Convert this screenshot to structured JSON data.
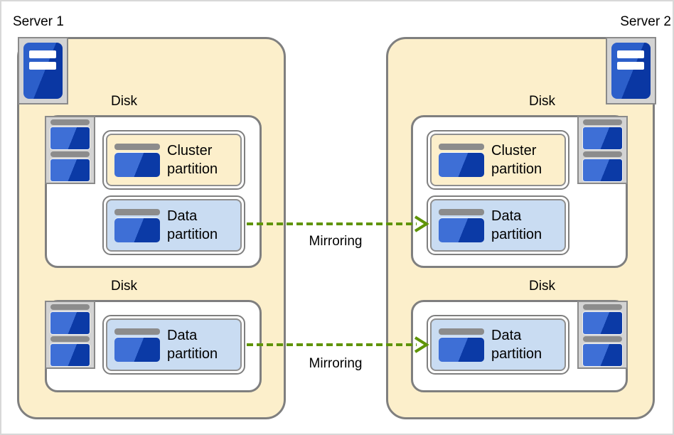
{
  "diagram": {
    "server1": {
      "label": "Server 1",
      "disk1": {
        "label": "Disk",
        "partitions": {
          "cluster": "Cluster partition",
          "data": "Data partition"
        }
      },
      "disk2": {
        "label": "Disk",
        "partitions": {
          "data": "Data partition"
        }
      }
    },
    "server2": {
      "label": "Server 2",
      "disk1": {
        "label": "Disk",
        "partitions": {
          "cluster": "Cluster partition",
          "data": "Data partition"
        }
      },
      "disk2": {
        "label": "Disk",
        "partitions": {
          "data": "Data partition"
        }
      }
    },
    "arrows": {
      "mirroring1": "Mirroring",
      "mirroring2": "Mirroring"
    }
  },
  "icons": {
    "server": "server-tower-icon",
    "disk_stack": "disk-stack-icon",
    "partition": "disk-partition-icon"
  },
  "colors": {
    "page-border": "#d8d8d8",
    "server-fill": "#fcefcb",
    "cluster-partition-fill": "#fcefcb",
    "data-partition-fill": "#c9dcf2",
    "box-border": "#7f7f7f",
    "frame-fill": "#d3d3d3",
    "frame-border": "#8a8a8a",
    "bar-gray": "#8c8c8c",
    "blue-light": "#3e6fd6",
    "blue-dark": "#0b3aa6",
    "server-blue-light": "#2c5fca",
    "server-blue-dark": "#0a37a3",
    "arrow-green": "#5f9408"
  }
}
